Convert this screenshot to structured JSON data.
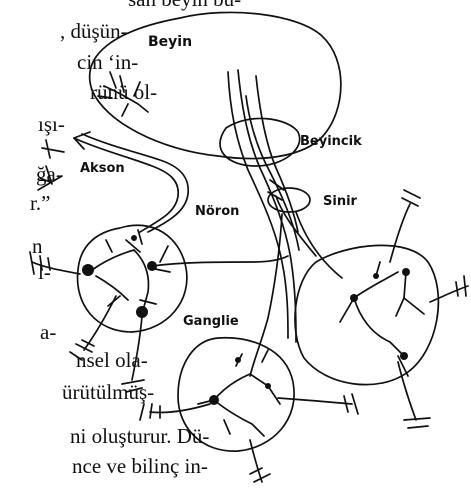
{
  "text_fragments": [
    "san beyin bu-",
    ", düşün-",
    "cin ‘in-",
    "rünü ol-",
    "ışı-",
    "ğa-",
    "r.”",
    "n",
    "l-",
    "a-",
    "nsel ola-",
    "ürütülmüş-",
    "ni oluşturur. Dü-",
    "nce ve bilinç in-"
  ],
  "labels": {
    "brain": "Beyin",
    "cerebellum": "Beyincik",
    "nerve": "Sinir",
    "axon": "Akson",
    "neuron": "Nöron",
    "ganglion": "Ganglie"
  },
  "colors": {
    "ink": "#111111",
    "paper": "#ffffff"
  }
}
